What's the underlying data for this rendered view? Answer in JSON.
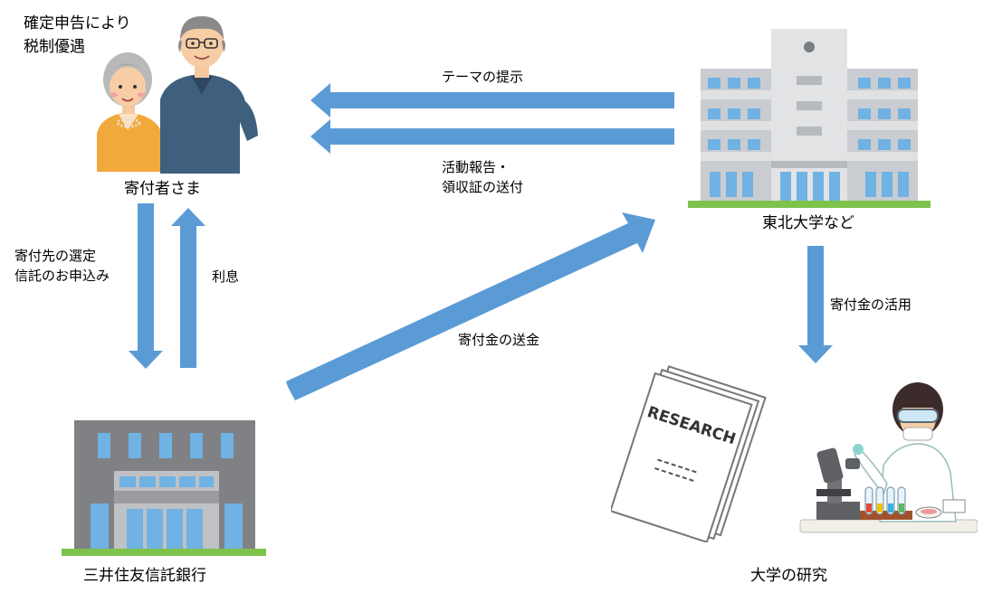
{
  "nodes": {
    "donor": {
      "caption": "寄付者さま",
      "tax_note": "確定申告により\n税制優遇"
    },
    "university": {
      "caption": "東北大学など"
    },
    "bank": {
      "caption": "三井住友信託銀行"
    },
    "research": {
      "caption": "大学の研究",
      "document_label": "RESEARCH"
    }
  },
  "flows": {
    "theme_presentation": "テーマの提示",
    "activity_report": "活動報告・\n領収証の送付",
    "selection_application": "寄付先の選定\n信託のお申込み",
    "interest": "利息",
    "donation_transfer": "寄付金の送金",
    "donation_use": "寄付金の活用"
  },
  "colors": {
    "arrow": "#5b9bd5",
    "ground": "#7dc24b"
  }
}
